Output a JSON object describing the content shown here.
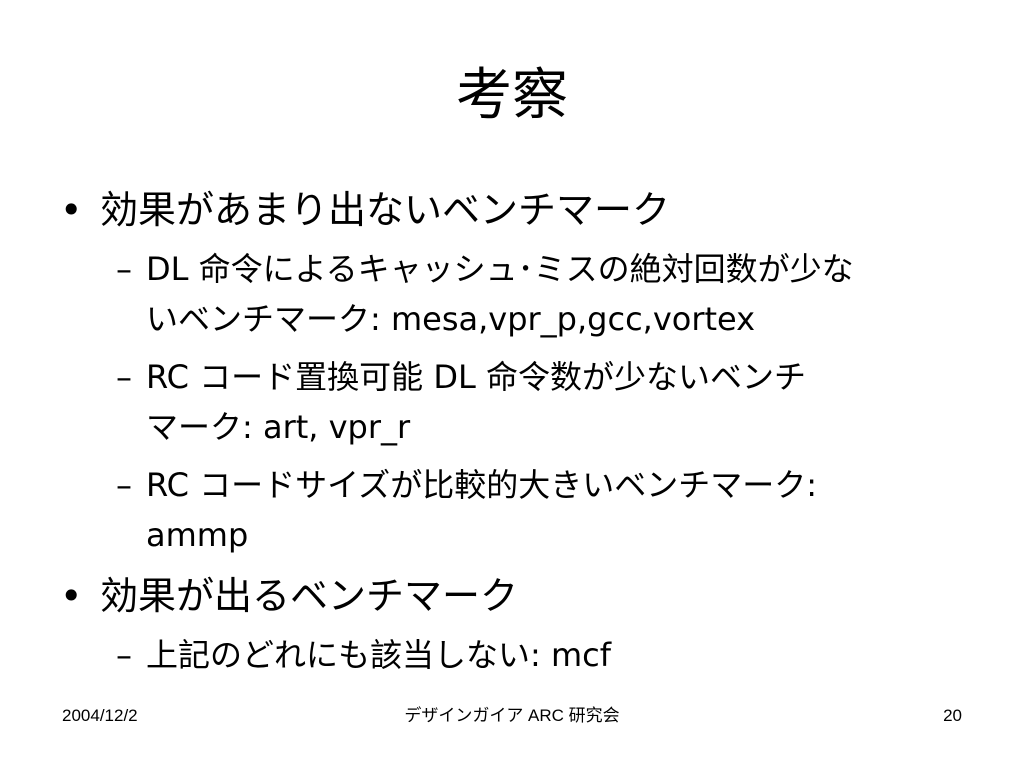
{
  "slide": {
    "title": "考察",
    "bullets": [
      {
        "marker": "•",
        "text": "効果があまり出ないベンチマーク",
        "subs": [
          {
            "marker": "–",
            "line1": "DL 命令によるキャッシュ･ミスの絶対回数が少な",
            "line2": "いベンチマーク: mesa,vpr_p,gcc,vortex"
          },
          {
            "marker": "–",
            "line1": "RC コード置換可能 DL 命令数が少ないベンチ",
            "line2": "マーク: art, vpr_r"
          },
          {
            "marker": "–",
            "line1": "RC コードサイズが比較的大きいベンチマーク:",
            "line2": "ammp"
          }
        ]
      },
      {
        "marker": "•",
        "text": "効果が出るベンチマーク",
        "subs": [
          {
            "marker": "–",
            "line1": "上記のどれにも該当しない: mcf"
          }
        ]
      }
    ],
    "footer": {
      "date": "2004/12/2",
      "center": "デザインガイア ARC 研究会",
      "page": "20"
    }
  }
}
